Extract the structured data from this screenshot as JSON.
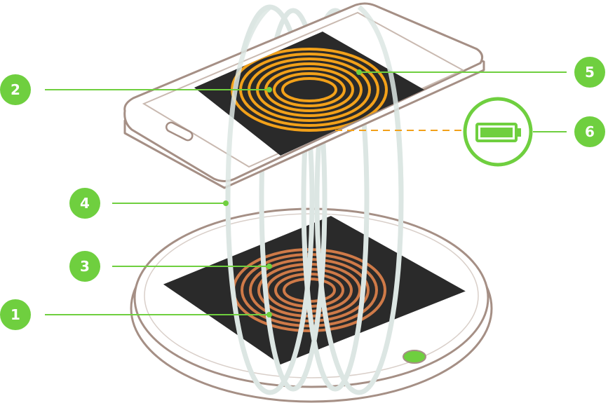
{
  "colors": {
    "accent_green": "#6fcf3f",
    "receiver_coil": "#f2a11a",
    "transmitter_coil": "#cf7a48",
    "device_outline": "#a58f85",
    "plate_fill": "#2a2a2a",
    "field_lines": "#dce6e3",
    "dashed_connector": "#f2a11a"
  },
  "callouts": [
    {
      "number": "1",
      "target": "transmitter-coil"
    },
    {
      "number": "2",
      "target": "receiver-coil"
    },
    {
      "number": "3",
      "target": "charging-pad-coil"
    },
    {
      "number": "4",
      "target": "magnetic-field"
    },
    {
      "number": "5",
      "target": "phone-receiver"
    },
    {
      "number": "6",
      "target": "battery"
    }
  ],
  "icons": {
    "battery": "battery-full-icon",
    "status_led": "led-indicator-icon"
  }
}
